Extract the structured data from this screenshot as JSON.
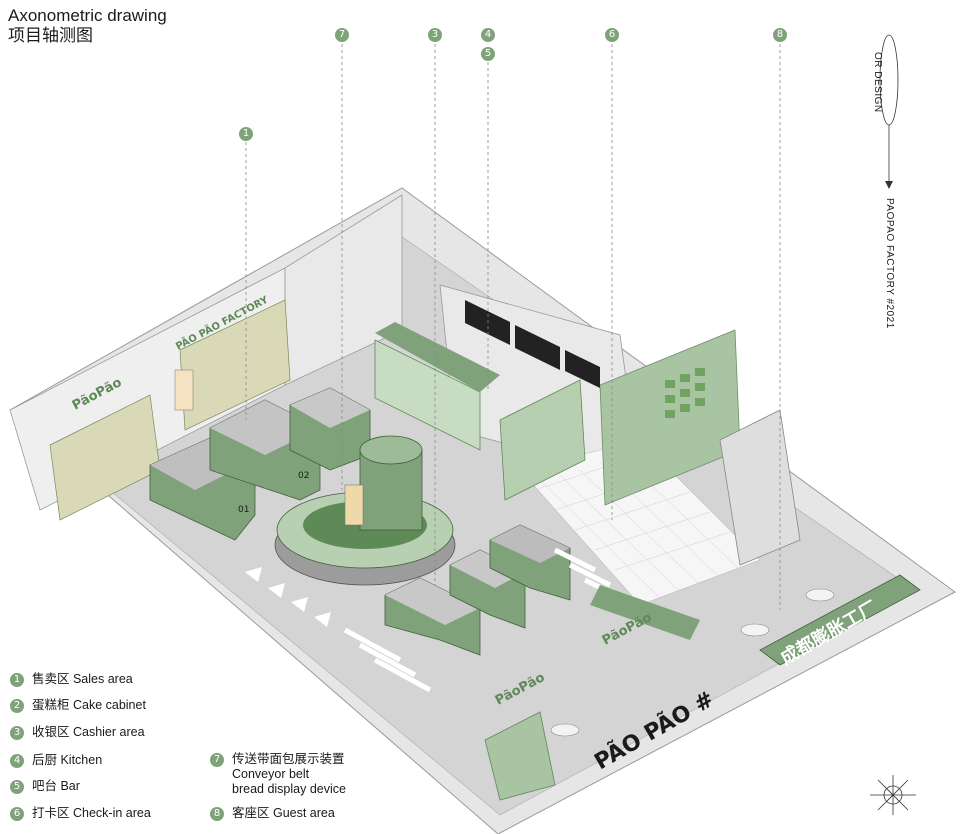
{
  "title": {
    "en": "Axonometric drawing",
    "zh": "项目轴测图"
  },
  "brand": {
    "design": "OR DESIGN",
    "project": "PAOPAO FACTORY  #2021"
  },
  "markers": [
    {
      "num": "7"
    },
    {
      "num": "3"
    },
    {
      "num": "4"
    },
    {
      "num": "5"
    },
    {
      "num": "6"
    },
    {
      "num": "8"
    },
    {
      "num": "1"
    }
  ],
  "legend": [
    {
      "num": "1",
      "text": "售卖区  Sales area"
    },
    {
      "num": "2",
      "text": "蛋糕柜  Cake cabinet"
    },
    {
      "num": "3",
      "text": "收银区  Cashier area"
    },
    {
      "num": "4",
      "text": "后厨  Kitchen"
    },
    {
      "num": "5",
      "text": "吧台  Bar"
    },
    {
      "num": "6",
      "text": "打卡区  Check-in area"
    },
    {
      "num": "7",
      "lines": [
        "传送带面包展示装置",
        "Conveyor belt",
        "bread display device"
      ]
    },
    {
      "num": "8",
      "text": "客座区  Guest area"
    }
  ],
  "signage": {
    "paopao": "PÃO PÃO #",
    "zh_sign": "成都膨胀工厂",
    "logo": "PãoPão",
    "wall": "PÃO PÃO FACTORY",
    "cabinet_01": "01",
    "cabinet_02": "02"
  },
  "colors": {
    "accent": "#7fa27a",
    "green_dark": "#5d8a57",
    "floor": "#d6d6d6",
    "wall": "#ececec"
  }
}
